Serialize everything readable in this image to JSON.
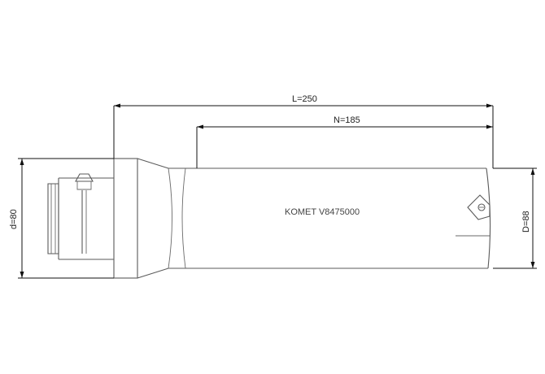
{
  "dimensions": {
    "overall_length": "L=250",
    "working_length": "N=185",
    "shank_diameter": "d=80",
    "bore_diameter": "D=88"
  },
  "part_label": "KOMET V8475000"
}
